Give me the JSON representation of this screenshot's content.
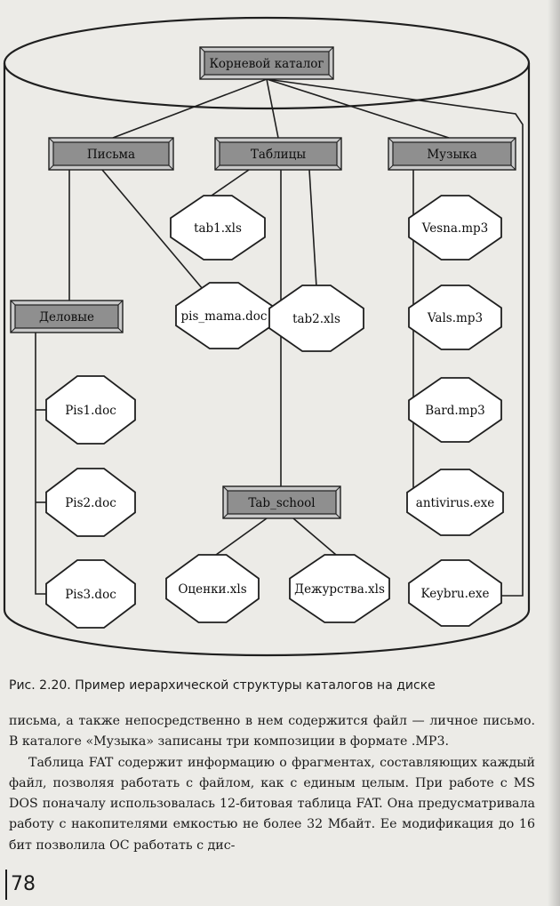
{
  "diagram": {
    "folders": [
      {
        "id": "root",
        "label": "Корневой каталог"
      },
      {
        "id": "pisma",
        "label": "Письма"
      },
      {
        "id": "tablicy",
        "label": "Таблицы"
      },
      {
        "id": "muzyka",
        "label": "Музыка"
      },
      {
        "id": "delovye",
        "label": "Деловые"
      },
      {
        "id": "tab_school",
        "label": "Tab_school"
      }
    ],
    "files": [
      {
        "id": "tab1",
        "label": "tab1.xls"
      },
      {
        "id": "pis_mama",
        "label": "pis_mama.doc"
      },
      {
        "id": "tab2",
        "label": "tab2.xls"
      },
      {
        "id": "pis1",
        "label": "Pis1.doc"
      },
      {
        "id": "pis2",
        "label": "Pis2.doc"
      },
      {
        "id": "pis3",
        "label": "Pis3.doc"
      },
      {
        "id": "ocenki",
        "label": "Оценки.xls"
      },
      {
        "id": "dezhurstva",
        "label": "Дежурства.xls"
      },
      {
        "id": "vesna",
        "label": "Vesna.mp3"
      },
      {
        "id": "vals",
        "label": "Vals.mp3"
      },
      {
        "id": "bard",
        "label": "Bard.mp3"
      },
      {
        "id": "antivirus",
        "label": "antivirus.exe"
      },
      {
        "id": "keybru",
        "label": "Keybru.exe"
      }
    ]
  },
  "caption": "Рис. 2.20. Пример иерархической структуры каталогов на диске",
  "body": {
    "p1": "письма, а также непосредственно в нем содержится файл — личное письмо. В каталоге «Музыка» записаны три композиции в формате .MP3.",
    "p2": "Таблица FAT содержит информацию о фрагментах, составляющих каждый файл, позволяя работать с файлом, как с единым целым. При работе с MS DOS поначалу использовалась 12-битовая таблица FAT. Она предусматривала работу с накопителями емкостью не более 32 Мбайт. Ее модификация до 16 бит позволила ОС работать с дис-"
  },
  "page_number": "78"
}
